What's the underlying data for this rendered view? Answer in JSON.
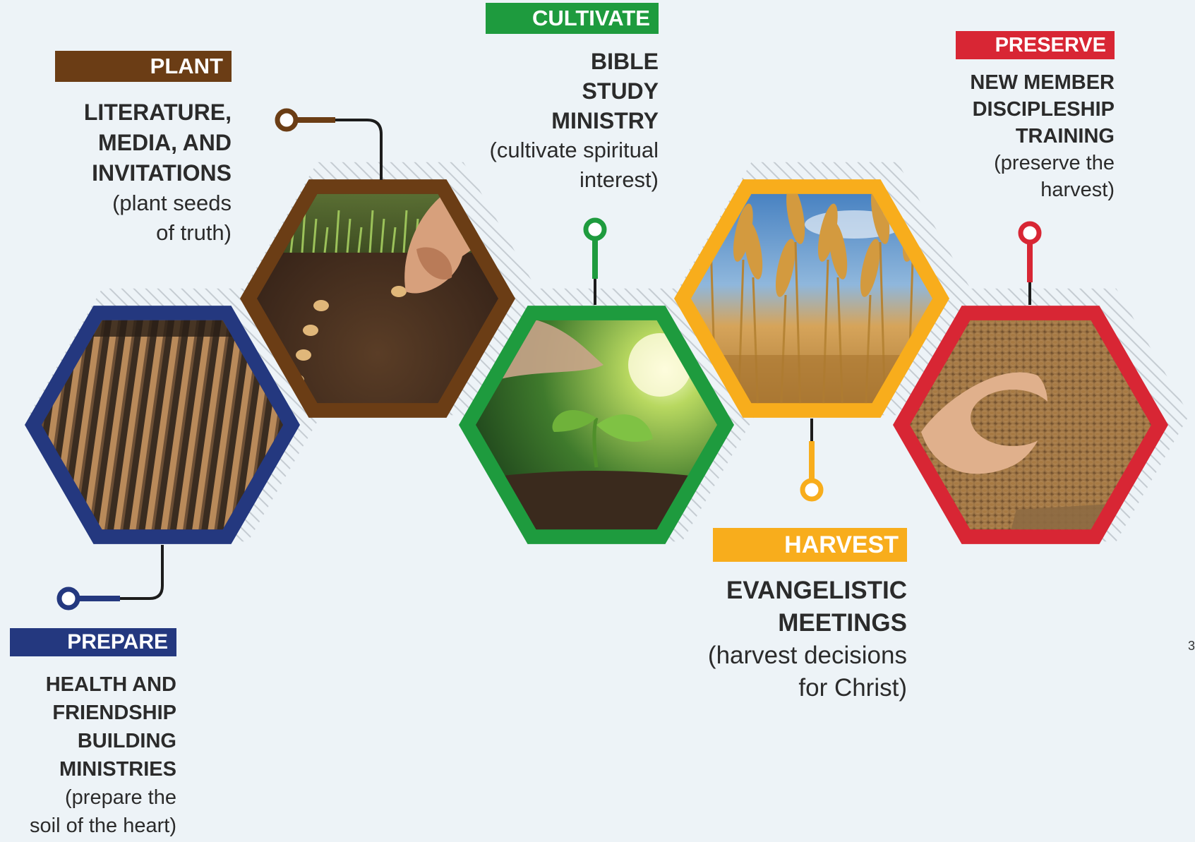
{
  "palette": {
    "prepare": "#24387f",
    "plant": "#6b3d15",
    "cultivate": "#1e9b3e",
    "harvest": "#f8ad1c",
    "preserve": "#d82634",
    "background": "#edf3f7",
    "hatch": "#c7cdd3"
  },
  "stages": [
    {
      "key": "prepare",
      "tag": "PREPARE",
      "heading_lines": [
        "HEALTH AND",
        "FRIENDSHIP",
        "BUILDING",
        "MINISTRIES"
      ],
      "sub_lines": [
        "(prepare the",
        "soil of the heart)"
      ],
      "image": "plowed-field"
    },
    {
      "key": "plant",
      "tag": "PLANT",
      "heading_lines": [
        "LITERATURE,",
        "MEDIA, AND",
        "INVITATIONS"
      ],
      "sub_lines": [
        "(plant seeds",
        "of truth)"
      ],
      "image": "hand-planting-seeds"
    },
    {
      "key": "cultivate",
      "tag": "CULTIVATE",
      "heading_lines": [
        "BIBLE",
        "STUDY",
        "MINISTRY"
      ],
      "sub_lines": [
        "(cultivate spiritual",
        "interest)"
      ],
      "image": "watering-seedling"
    },
    {
      "key": "harvest",
      "tag": "HARVEST",
      "heading_lines": [
        "EVANGELISTIC",
        "MEETINGS"
      ],
      "sub_lines": [
        "(harvest decisions",
        "for Christ)"
      ],
      "image": "wheat-field"
    },
    {
      "key": "preserve",
      "tag": "PRESERVE",
      "heading_lines": [
        "NEW MEMBER",
        "DISCIPLESHIP",
        "TRAINING"
      ],
      "sub_lines": [
        "(preserve the",
        "harvest)"
      ],
      "image": "hand-holding-grain"
    }
  ],
  "page_number": "3"
}
